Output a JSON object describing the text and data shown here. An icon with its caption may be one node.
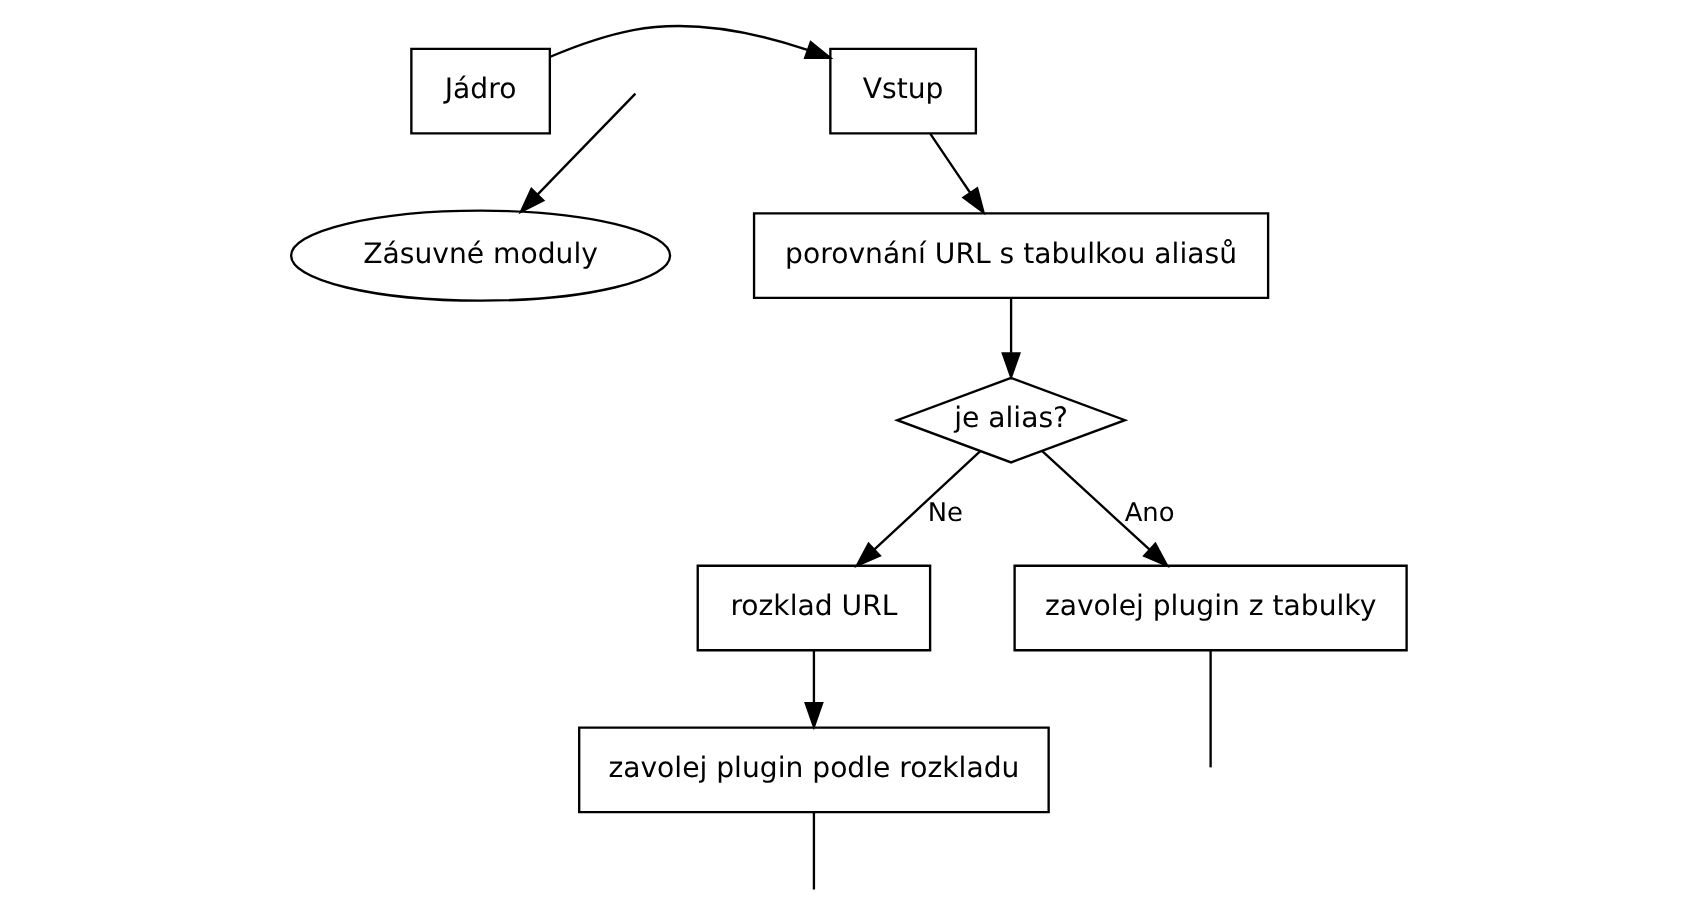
{
  "diagram": {
    "nodes": [
      {
        "text": [
          "Jádro"
        ]
      },
      {
        "text": [
          "Vstup"
        ]
      },
      {
        "text": [
          "porovnání URL s tabulkou aliasů"
        ]
      },
      {
        "text": [
          "je alias?"
        ]
      },
      {
        "text": [
          "rozklad URL"
        ]
      },
      {
        "text": [
          "zavolej plugin podle rozkladu"
        ]
      },
      {
        "text": [
          "zavolej plugin z tabulky"
        ]
      },
      {
        "text": [
          "Zásuvné moduly"
        ]
      }
    ],
    "edges": [
      {
        "from": 0,
        "to": 1,
        "arrow": "to"
      },
      {
        "from": 1,
        "to": 2,
        "arrow": "to"
      },
      {
        "from": 2,
        "to": 3,
        "arrow": "to"
      },
      {
        "from": 3,
        "to": 4,
        "arrow": "to",
        "label": "Ne"
      },
      {
        "from": 3,
        "to": 6,
        "arrow": "to",
        "label": "Ano"
      },
      {
        "from": 4,
        "to": 5,
        "arrow": "to"
      },
      {
        "from": 5,
        "to": null,
        "arrow": "none"
      },
      {
        "from": 6,
        "to": null,
        "arrow": "none"
      },
      {
        "from": null,
        "to": 7,
        "arrow": "to"
      }
    ]
  }
}
